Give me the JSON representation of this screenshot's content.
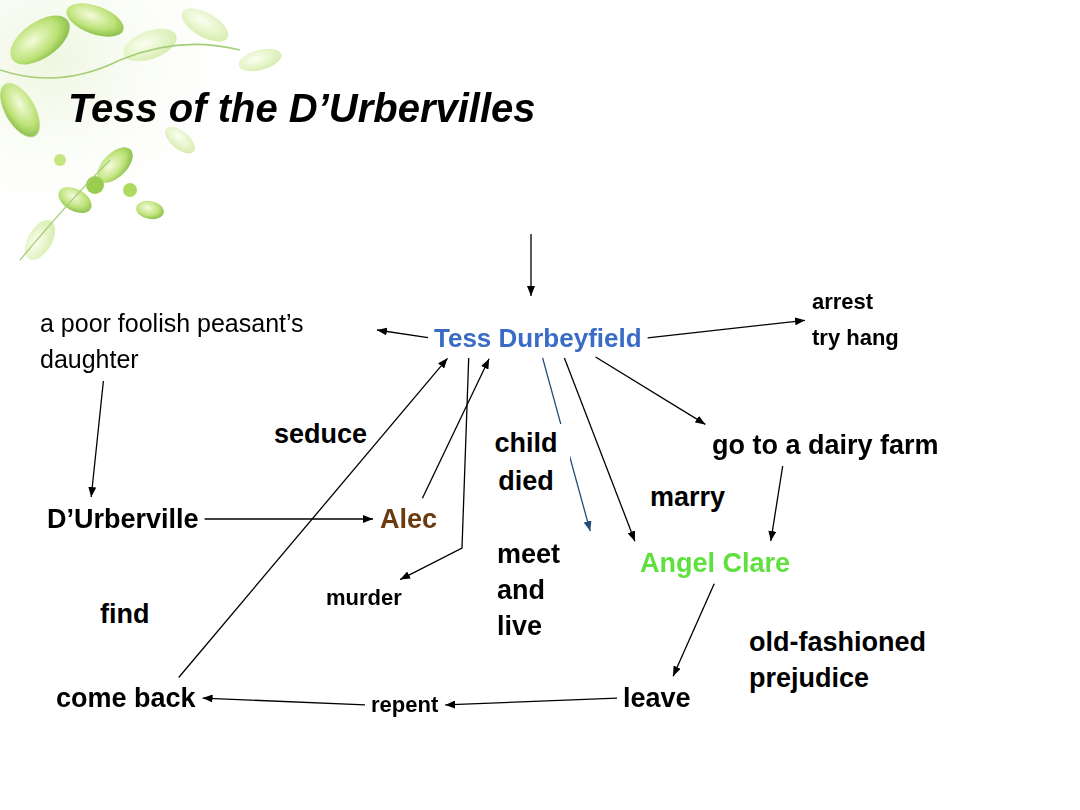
{
  "diagram": {
    "title": "Tess of the D’Urbervilles",
    "nodes": [
      {
        "text": [
          "Tess Durbeyfield"
        ]
      },
      {
        "text": [
          "a poor foolish peasant’s daughter"
        ]
      },
      {
        "text": [
          "arrest try hang"
        ]
      },
      {
        "text": [
          "D’Urberville"
        ]
      },
      {
        "text": [
          "Alec"
        ]
      },
      {
        "text": [
          "go to a dairy farm"
        ]
      },
      {
        "text": [
          "murder"
        ]
      },
      {
        "text": [
          "meet and live"
        ]
      },
      {
        "text": [
          "Angel Clare"
        ]
      },
      {
        "text": [
          "leave"
        ]
      },
      {
        "text": [
          "repent"
        ]
      },
      {
        "text": [
          "come back"
        ]
      }
    ],
    "edges": [
      {
        "from": 0,
        "to": 1,
        "arrow": "to"
      },
      {
        "from": 0,
        "to": 2,
        "arrow": "to"
      },
      {
        "from": 1,
        "to": 3,
        "arrow": "to"
      },
      {
        "from": 3,
        "to": 4,
        "arrow": "to"
      },
      {
        "from": 4,
        "to": 0,
        "label": "seduce",
        "arrow": "to"
      },
      {
        "from": 0,
        "to": 6,
        "arrow": "to"
      },
      {
        "from": 0,
        "to": 7,
        "arrow": "to"
      },
      {
        "from": 0,
        "to": 8,
        "label": "marry",
        "arrow": "to"
      },
      {
        "from": 0,
        "to": 5,
        "arrow": "to"
      },
      {
        "from": 5,
        "to": 8,
        "arrow": "to"
      },
      {
        "from": 8,
        "to": 9,
        "label": "old-fashioned prejudice",
        "arrow": "to"
      },
      {
        "from": 9,
        "to": 10,
        "arrow": "to"
      },
      {
        "from": 10,
        "to": 11,
        "arrow": "to"
      },
      {
        "from": 11,
        "to": 0,
        "label": "find",
        "arrow": "to"
      }
    ],
    "labels": [
      "child died"
    ]
  }
}
